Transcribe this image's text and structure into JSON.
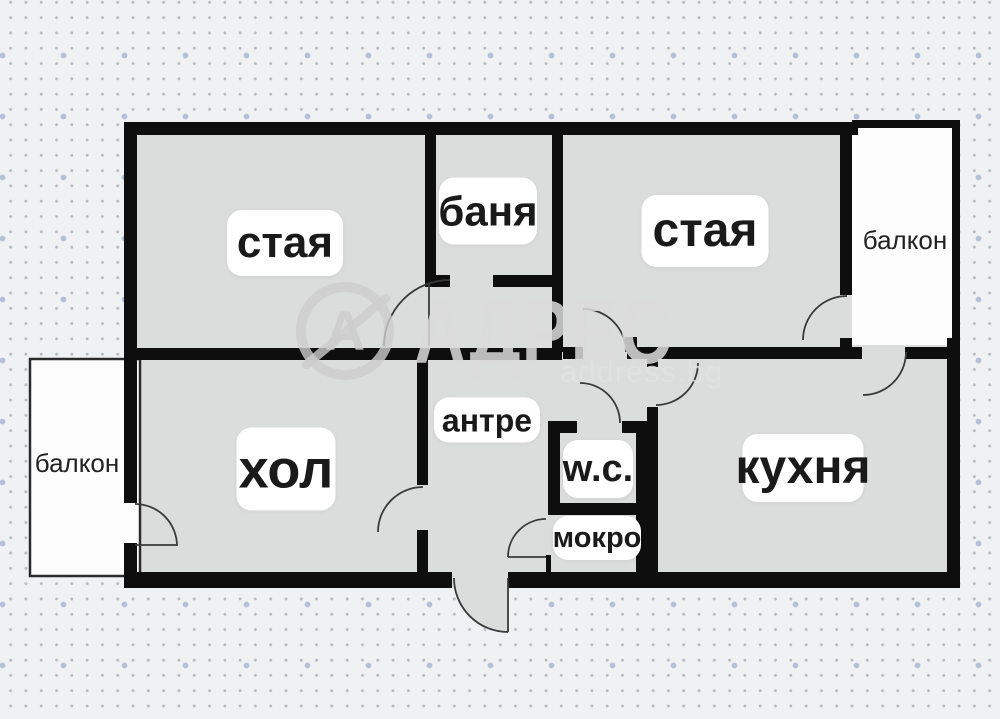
{
  "figure": {
    "type": "apartment-floor-plan"
  },
  "rooms": {
    "room_top_left": "стая",
    "bathroom": "баня",
    "room_top_right": "стая",
    "balcony_right": "балкон",
    "balcony_left": "балкон",
    "living_room": "хол",
    "hallway": "антре",
    "wc": "w.c.",
    "wet_room": "мокро",
    "kitchen": "кухня"
  },
  "watermark": {
    "brand": "АДРЕС",
    "site": "address.bg",
    "logo_letter": "А"
  },
  "colors": {
    "background": "#eff1f2",
    "grid_dot": "#8e9196",
    "grid_accent_dot": "#b7c3da",
    "wall": "#0e0e0e",
    "floor": "#dbdcdc",
    "balcony_fill": "#fdfdfd",
    "door_arc": "#3a3a3a",
    "label_bg": "#ffffff",
    "label_text": "#1a1a1a"
  }
}
